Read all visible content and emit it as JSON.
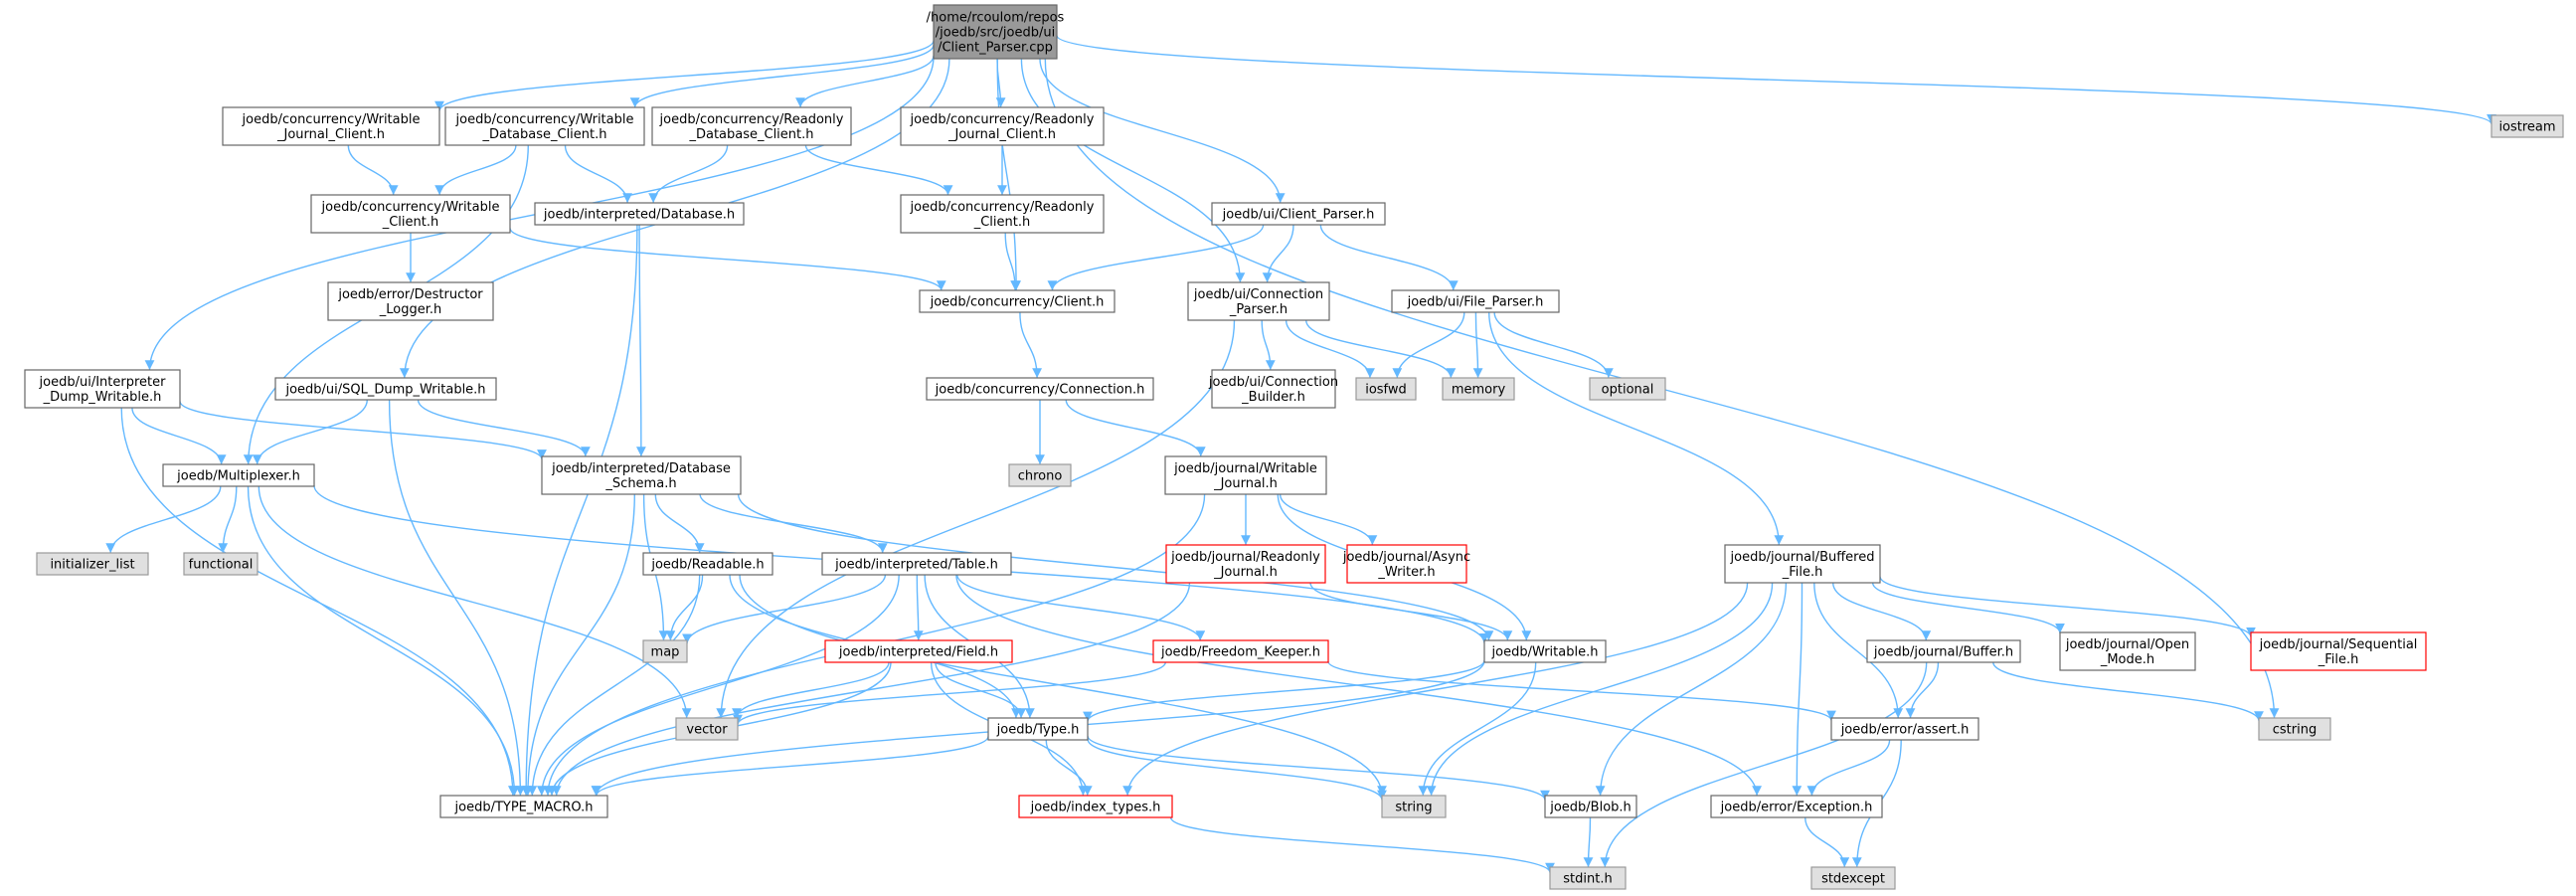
{
  "graph": {
    "colors": {
      "edge": "#63b8ff",
      "node_border": "#666666",
      "root_fill": "#999999",
      "external_fill": "#e0e0e0",
      "external_border": "#999999",
      "incomplete_border": "#ff0000",
      "background": "#ffffff"
    },
    "nodes": [
      {
        "id": "client_parser_cpp",
        "style": "root",
        "lines": [
          "/home/rcoulom/repos",
          "/joedb/src/joedb/ui",
          "/Client_Parser.cpp"
        ]
      },
      {
        "id": "writable_journal_client",
        "style": "normal",
        "lines": [
          "joedb/concurrency/Writable",
          "_Journal_Client.h"
        ]
      },
      {
        "id": "writable_database_client",
        "style": "normal",
        "lines": [
          "joedb/concurrency/Writable",
          "_Database_Client.h"
        ]
      },
      {
        "id": "readonly_database_client",
        "style": "normal",
        "lines": [
          "joedb/concurrency/Readonly",
          "_Database_Client.h"
        ]
      },
      {
        "id": "readonly_journal_client",
        "style": "normal",
        "lines": [
          "joedb/concurrency/Readonly",
          "_Journal_Client.h"
        ]
      },
      {
        "id": "iostream",
        "style": "sys",
        "lines": [
          "iostream"
        ]
      },
      {
        "id": "writable_client",
        "style": "normal",
        "lines": [
          "joedb/concurrency/Writable",
          "_Client.h"
        ]
      },
      {
        "id": "interpreted_database",
        "style": "normal",
        "lines": [
          "joedb/interpreted/Database.h"
        ]
      },
      {
        "id": "readonly_client",
        "style": "normal",
        "lines": [
          "joedb/concurrency/Readonly",
          "_Client.h"
        ]
      },
      {
        "id": "ui_client_parser_h",
        "style": "normal",
        "lines": [
          "joedb/ui/Client_Parser.h"
        ]
      },
      {
        "id": "destructor_logger",
        "style": "normal",
        "lines": [
          "joedb/error/Destructor",
          "_Logger.h"
        ]
      },
      {
        "id": "concurrency_client",
        "style": "normal",
        "lines": [
          "joedb/concurrency/Client.h"
        ]
      },
      {
        "id": "connection_parser",
        "style": "normal",
        "lines": [
          "joedb/ui/Connection",
          "_Parser.h"
        ]
      },
      {
        "id": "file_parser",
        "style": "normal",
        "lines": [
          "joedb/ui/File_Parser.h"
        ]
      },
      {
        "id": "interpreter_dump_writable",
        "style": "normal",
        "lines": [
          "joedb/ui/Interpreter",
          "_Dump_Writable.h"
        ]
      },
      {
        "id": "sql_dump_writable",
        "style": "normal",
        "lines": [
          "joedb/ui/SQL_Dump_Writable.h"
        ]
      },
      {
        "id": "concurrency_connection",
        "style": "normal",
        "lines": [
          "joedb/concurrency/Connection.h"
        ]
      },
      {
        "id": "connection_builder",
        "style": "normal",
        "lines": [
          "joedb/ui/Connection",
          "_Builder.h"
        ]
      },
      {
        "id": "iosfwd",
        "style": "sys",
        "lines": [
          "iosfwd"
        ]
      },
      {
        "id": "memory",
        "style": "sys",
        "lines": [
          "memory"
        ]
      },
      {
        "id": "optional",
        "style": "sys",
        "lines": [
          "optional"
        ]
      },
      {
        "id": "chrono",
        "style": "sys",
        "lines": [
          "chrono"
        ]
      },
      {
        "id": "multiplexer",
        "style": "normal",
        "lines": [
          "joedb/Multiplexer.h"
        ]
      },
      {
        "id": "database_schema",
        "style": "normal",
        "lines": [
          "joedb/interpreted/Database",
          "_Schema.h"
        ]
      },
      {
        "id": "writable_journal",
        "style": "normal",
        "lines": [
          "joedb/journal/Writable",
          "_Journal.h"
        ]
      },
      {
        "id": "buffered_file",
        "style": "normal",
        "lines": [
          "joedb/journal/Buffered",
          "_File.h"
        ]
      },
      {
        "id": "initializer_list",
        "style": "sys",
        "lines": [
          "initializer_list"
        ]
      },
      {
        "id": "functional",
        "style": "sys",
        "lines": [
          "functional"
        ]
      },
      {
        "id": "readable",
        "style": "normal",
        "lines": [
          "joedb/Readable.h"
        ]
      },
      {
        "id": "interpreted_table",
        "style": "normal",
        "lines": [
          "joedb/interpreted/Table.h"
        ]
      },
      {
        "id": "readonly_journal",
        "style": "red",
        "lines": [
          "joedb/journal/Readonly",
          "_Journal.h"
        ]
      },
      {
        "id": "async_writer",
        "style": "red",
        "lines": [
          "joedb/journal/Async",
          "_Writer.h"
        ]
      },
      {
        "id": "map",
        "style": "sys",
        "lines": [
          "map"
        ]
      },
      {
        "id": "interpreted_field",
        "style": "red",
        "lines": [
          "joedb/interpreted/Field.h"
        ]
      },
      {
        "id": "freedom_keeper",
        "style": "red",
        "lines": [
          "joedb/Freedom_Keeper.h"
        ]
      },
      {
        "id": "writable_h",
        "style": "normal",
        "lines": [
          "joedb/Writable.h"
        ]
      },
      {
        "id": "journal_buffer",
        "style": "normal",
        "lines": [
          "joedb/journal/Buffer.h"
        ]
      },
      {
        "id": "open_mode",
        "style": "normal",
        "lines": [
          "joedb/journal/Open",
          "_Mode.h"
        ]
      },
      {
        "id": "sequential_file",
        "style": "red",
        "lines": [
          "joedb/journal/Sequential",
          "_File.h"
        ]
      },
      {
        "id": "vector",
        "style": "sys",
        "lines": [
          "vector"
        ]
      },
      {
        "id": "type_h",
        "style": "normal",
        "lines": [
          "joedb/Type.h"
        ]
      },
      {
        "id": "error_assert",
        "style": "normal",
        "lines": [
          "joedb/error/assert.h"
        ]
      },
      {
        "id": "cstring",
        "style": "sys",
        "lines": [
          "cstring"
        ]
      },
      {
        "id": "type_macro",
        "style": "normal",
        "lines": [
          "joedb/TYPE_MACRO.h"
        ]
      },
      {
        "id": "index_types",
        "style": "red",
        "lines": [
          "joedb/index_types.h"
        ]
      },
      {
        "id": "string",
        "style": "sys",
        "lines": [
          "string"
        ]
      },
      {
        "id": "blob",
        "style": "normal",
        "lines": [
          "joedb/Blob.h"
        ]
      },
      {
        "id": "error_exception",
        "style": "normal",
        "lines": [
          "joedb/error/Exception.h"
        ]
      },
      {
        "id": "stdint",
        "style": "sys",
        "lines": [
          "stdint.h"
        ]
      },
      {
        "id": "stdexcept",
        "style": "sys",
        "lines": [
          "stdexcept"
        ]
      }
    ],
    "edges": [
      [
        "client_parser_cpp",
        "writable_journal_client"
      ],
      [
        "client_parser_cpp",
        "writable_database_client"
      ],
      [
        "client_parser_cpp",
        "readonly_database_client"
      ],
      [
        "client_parser_cpp",
        "readonly_journal_client"
      ],
      [
        "client_parser_cpp",
        "iostream"
      ],
      [
        "client_parser_cpp",
        "ui_client_parser_h"
      ],
      [
        "client_parser_cpp",
        "concurrency_client"
      ],
      [
        "client_parser_cpp",
        "connection_parser"
      ],
      [
        "client_parser_cpp",
        "interpreter_dump_writable"
      ],
      [
        "client_parser_cpp",
        "sql_dump_writable"
      ],
      [
        "client_parser_cpp",
        "cstring"
      ],
      [
        "writable_journal_client",
        "writable_client"
      ],
      [
        "writable_database_client",
        "writable_client"
      ],
      [
        "writable_database_client",
        "interpreted_database"
      ],
      [
        "writable_database_client",
        "multiplexer"
      ],
      [
        "readonly_database_client",
        "interpreted_database"
      ],
      [
        "readonly_database_client",
        "readonly_client"
      ],
      [
        "readonly_journal_client",
        "readonly_client"
      ],
      [
        "writable_client",
        "destructor_logger"
      ],
      [
        "writable_client",
        "concurrency_client"
      ],
      [
        "readonly_client",
        "concurrency_client"
      ],
      [
        "interpreted_database",
        "database_schema"
      ],
      [
        "interpreted_database",
        "type_macro"
      ],
      [
        "ui_client_parser_h",
        "concurrency_client"
      ],
      [
        "ui_client_parser_h",
        "connection_parser"
      ],
      [
        "ui_client_parser_h",
        "file_parser"
      ],
      [
        "concurrency_client",
        "concurrency_connection"
      ],
      [
        "connection_parser",
        "connection_builder"
      ],
      [
        "connection_parser",
        "iosfwd"
      ],
      [
        "connection_parser",
        "memory"
      ],
      [
        "connection_parser",
        "vector"
      ],
      [
        "file_parser",
        "iosfwd"
      ],
      [
        "file_parser",
        "memory"
      ],
      [
        "file_parser",
        "optional"
      ],
      [
        "file_parser",
        "buffered_file"
      ],
      [
        "interpreter_dump_writable",
        "multiplexer"
      ],
      [
        "interpreter_dump_writable",
        "database_schema"
      ],
      [
        "interpreter_dump_writable",
        "type_macro"
      ],
      [
        "sql_dump_writable",
        "multiplexer"
      ],
      [
        "sql_dump_writable",
        "database_schema"
      ],
      [
        "sql_dump_writable",
        "type_macro"
      ],
      [
        "concurrency_connection",
        "chrono"
      ],
      [
        "concurrency_connection",
        "writable_journal"
      ],
      [
        "multiplexer",
        "initializer_list"
      ],
      [
        "multiplexer",
        "functional"
      ],
      [
        "multiplexer",
        "vector"
      ],
      [
        "multiplexer",
        "writable_h"
      ],
      [
        "multiplexer",
        "type_macro"
      ],
      [
        "database_schema",
        "readable"
      ],
      [
        "database_schema",
        "interpreted_table"
      ],
      [
        "database_schema",
        "map"
      ],
      [
        "database_schema",
        "writable_h"
      ],
      [
        "database_schema",
        "type_macro"
      ],
      [
        "writable_journal",
        "readonly_journal"
      ],
      [
        "writable_journal",
        "async_writer"
      ],
      [
        "writable_journal",
        "writable_h"
      ],
      [
        "writable_journal",
        "type_macro"
      ],
      [
        "buffered_file",
        "journal_buffer"
      ],
      [
        "buffered_file",
        "open_mode"
      ],
      [
        "buffered_file",
        "sequential_file"
      ],
      [
        "buffered_file",
        "error_assert"
      ],
      [
        "buffered_file",
        "error_exception"
      ],
      [
        "buffered_file",
        "blob"
      ],
      [
        "buffered_file",
        "string"
      ],
      [
        "buffered_file",
        "index_types"
      ],
      [
        "readable",
        "map"
      ],
      [
        "readable",
        "type_h"
      ],
      [
        "readable",
        "type_macro"
      ],
      [
        "readable",
        "string"
      ],
      [
        "interpreted_table",
        "interpreted_field"
      ],
      [
        "interpreted_table",
        "freedom_keeper"
      ],
      [
        "interpreted_table",
        "map"
      ],
      [
        "interpreted_table",
        "type_h"
      ],
      [
        "interpreted_table",
        "type_macro"
      ],
      [
        "interpreted_table",
        "error_exception"
      ],
      [
        "readonly_journal",
        "writable_h"
      ],
      [
        "readonly_journal",
        "type_macro"
      ],
      [
        "interpreted_field",
        "vector"
      ],
      [
        "interpreted_field",
        "type_h"
      ],
      [
        "interpreted_field",
        "index_types"
      ],
      [
        "interpreted_field",
        "type_macro"
      ],
      [
        "freedom_keeper",
        "vector"
      ],
      [
        "freedom_keeper",
        "error_assert"
      ],
      [
        "writable_h",
        "type_h"
      ],
      [
        "writable_h",
        "string"
      ],
      [
        "writable_h",
        "type_macro"
      ],
      [
        "journal_buffer",
        "error_assert"
      ],
      [
        "journal_buffer",
        "cstring"
      ],
      [
        "journal_buffer",
        "stdint"
      ],
      [
        "type_h",
        "index_types"
      ],
      [
        "type_h",
        "string"
      ],
      [
        "type_h",
        "blob"
      ],
      [
        "type_h",
        "type_macro"
      ],
      [
        "error_assert",
        "error_exception"
      ],
      [
        "error_assert",
        "stdexcept"
      ],
      [
        "index_types",
        "stdint"
      ],
      [
        "blob",
        "stdint"
      ],
      [
        "error_exception",
        "stdexcept"
      ]
    ]
  }
}
